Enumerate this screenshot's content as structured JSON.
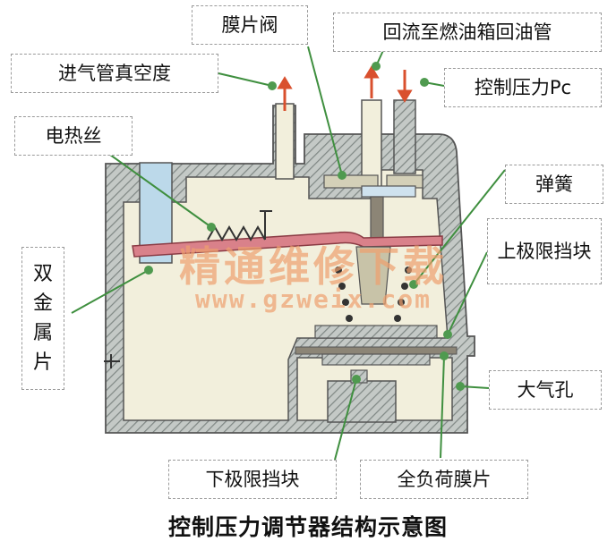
{
  "labels": {
    "diaphragm_valve": "膜片阀",
    "return_line": "回流至燃油箱回油管",
    "intake_vacuum": "进气管真空度",
    "control_pressure": "控制压力Pc",
    "heating_wire": "电热丝",
    "spring": "弹簧",
    "upper_stop": "上极限挡块",
    "bimetal": "双金属片",
    "atmosphere_hole": "大气孔",
    "lower_stop": "下极限挡块",
    "full_load_diaphragm": "全负荷膜片"
  },
  "caption": "控制压力调节器结构示意图",
  "watermark": {
    "line1": "精通维修下载",
    "line2": "www.gzweix.com"
  },
  "colors": {
    "housing_hatch": "#9aa3a0",
    "interior": "#f2efdc",
    "bimetal": "#d9818a",
    "leader": "#3f8f3f",
    "dot": "#4f9a4f",
    "arrow": "#d9502e",
    "insulator": "#bcd9ea"
  }
}
